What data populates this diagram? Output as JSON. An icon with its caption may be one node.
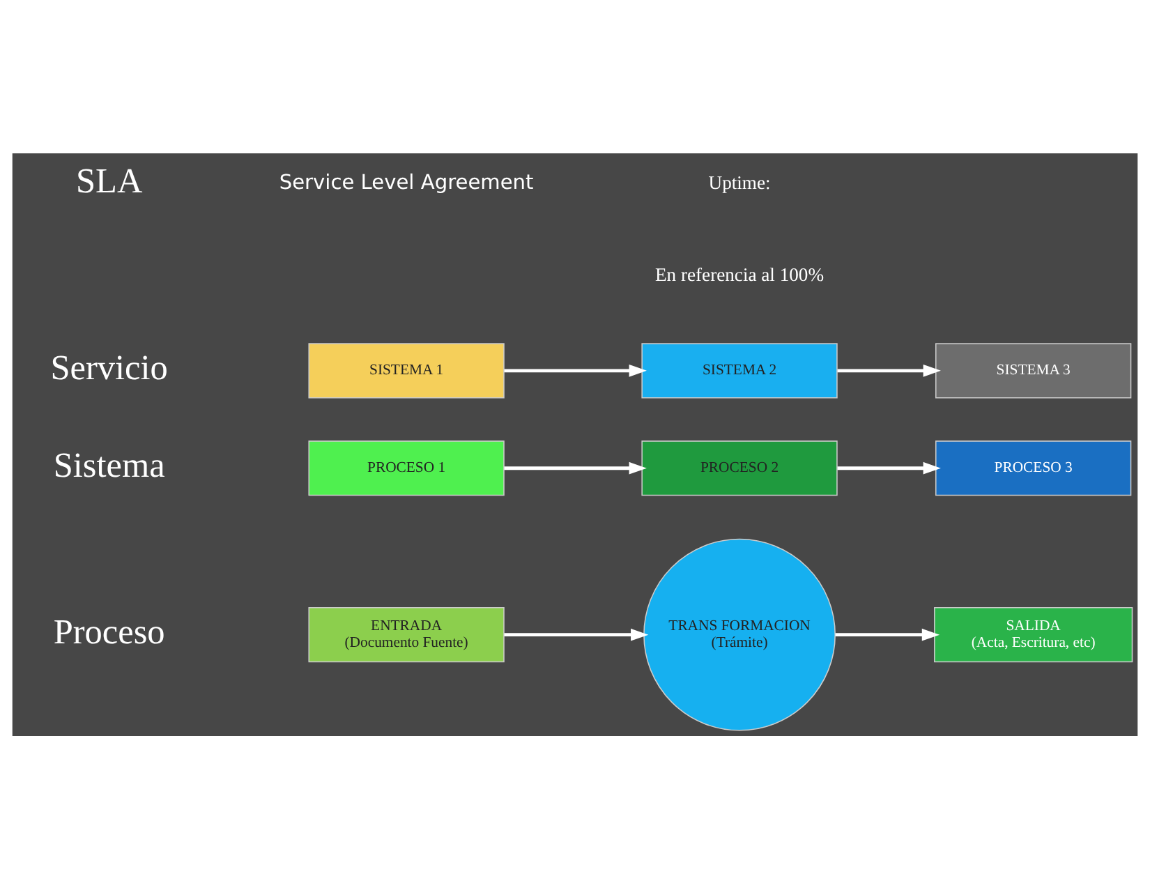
{
  "diagram": {
    "nodes": [
      {
        "text": [
          "ENTRADA",
          "(Documento Fuente)"
        ]
      },
      {
        "text": [
          "TRANS FORMACION",
          "(Trámite)"
        ]
      },
      {
        "text": [
          "SALIDA",
          "(Acta, Escritura, etc)"
        ]
      },
      {
        "text": [
          "PROCESO 1"
        ]
      },
      {
        "text": [
          "PROCESO 2"
        ]
      },
      {
        "text": [
          "PROCESO 3"
        ]
      },
      {
        "text": [
          "SISTEMA 1"
        ]
      },
      {
        "text": [
          "SISTEMA 2"
        ]
      },
      {
        "text": [
          "SISTEMA 3"
        ]
      }
    ],
    "edges": [
      {
        "from": 0,
        "to": 1,
        "arrow": "to"
      },
      {
        "from": 1,
        "to": 2,
        "arrow": "to"
      },
      {
        "from": 3,
        "to": 4,
        "arrow": "to"
      },
      {
        "from": 4,
        "to": 5,
        "arrow": "to"
      },
      {
        "from": 6,
        "to": 7,
        "arrow": "to"
      },
      {
        "from": 7,
        "to": 8,
        "arrow": "to"
      }
    ],
    "labels": [
      "Proceso",
      "Sistema",
      "Servicio",
      "SLA",
      "Service Level Agreement",
      "Uptime:",
      "En referencia al 100%"
    ]
  }
}
